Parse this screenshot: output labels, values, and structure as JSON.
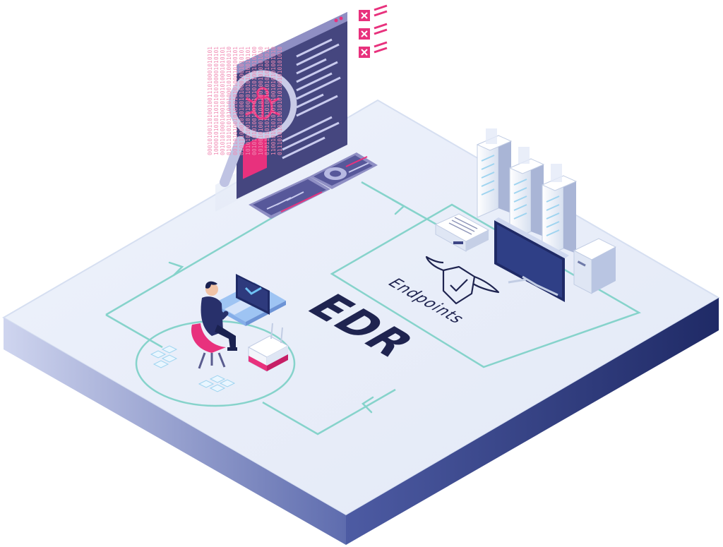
{
  "labels": {
    "edr": "EDR",
    "endpoints": "Endpoints"
  },
  "binary_lines": [
    "00010100110100100111010001010101",
    "10000101010110101010100001010101",
    "00101010001000101001010001010101",
    "01011010101010101000101010001010",
    "00110101001010101010100010100101",
    "01011100010101001010001001010101",
    "10101010010101001010101010010101",
    "00101010100100101010101001010100",
    "10100101001010101001001010101010",
    "01011010101010100101010101001011",
    "11001010101010101001010101001010",
    "01110101010101010101001010101010"
  ],
  "colors": {
    "platform_top": "#e8eef9",
    "platform_border": "#d9e2f3",
    "side_left_light": "#c5cdeb",
    "side_left_dark": "#6f7dbb",
    "side_right_light": "#5a6aad",
    "side_right_dark": "#1f2a66",
    "flow_line": "#86d3cb",
    "label_navy": "#1f2450",
    "accent_pink": "#e8317d",
    "purple": "#4b4c86",
    "purple_light": "#8f8fc4"
  }
}
